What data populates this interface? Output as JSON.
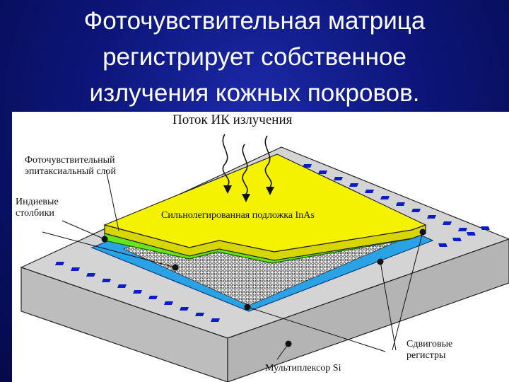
{
  "slide": {
    "title_lines": [
      "Фоточувствительная матрица",
      "регистрирует собственное",
      "излучения кожных покровов."
    ]
  },
  "diagram": {
    "labels": {
      "ir_flux": "Поток ИК излучения",
      "epi_layer_1": "Фоточувствительный",
      "epi_layer_2": "эпитаксиальный слой",
      "indium_1": "Индиевые",
      "indium_2": "столбики",
      "substrate": "Сильнолегированная подложка InAs",
      "shift_1": "Сдвиговые",
      "shift_2": "регистры",
      "multiplexer": "Мультиплексор Si"
    },
    "colors": {
      "substrate_yellow": "#f4f200",
      "epi_green": "#66e61a",
      "base_blue": "#2aa2e6",
      "chip_gray": "#d4d4d4",
      "pad_blue": "#0a1ec8"
    }
  }
}
